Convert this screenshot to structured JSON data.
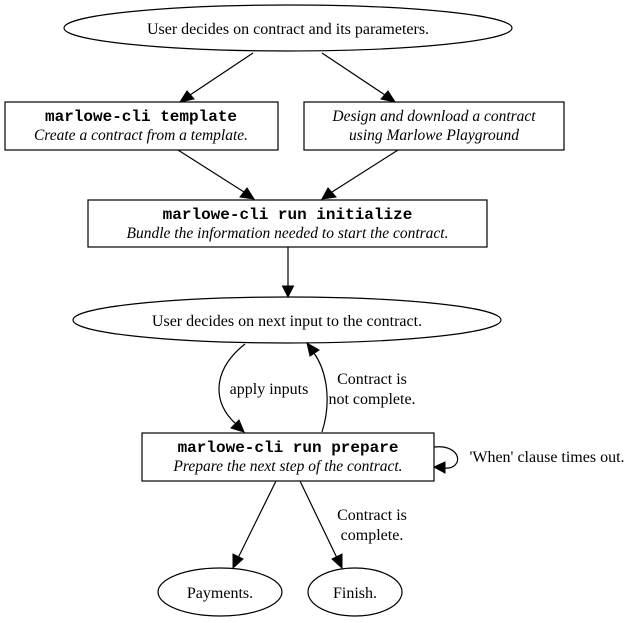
{
  "nodes": {
    "decide_contract": "User decides on contract and its parameters.",
    "template": {
      "command": "marlowe-cli template",
      "description": "Create a contract from a template."
    },
    "playground": {
      "line1": "Design and download a contract",
      "line2": "using Marlowe Playground"
    },
    "initialize": {
      "command": "marlowe-cli run initialize",
      "description": "Bundle the information needed to start the contract."
    },
    "decide_input": "User decides on next input to the contract.",
    "prepare": {
      "command": "marlowe-cli run prepare",
      "description": "Prepare the next step of the contract."
    },
    "payments": "Payments.",
    "finish": "Finish."
  },
  "edges": {
    "apply_inputs": "apply inputs",
    "not_complete": {
      "line1": "Contract is",
      "line2": "not complete."
    },
    "when_timeout": "'When' clause times out.",
    "complete": {
      "line1": "Contract is",
      "line2": "complete."
    }
  }
}
